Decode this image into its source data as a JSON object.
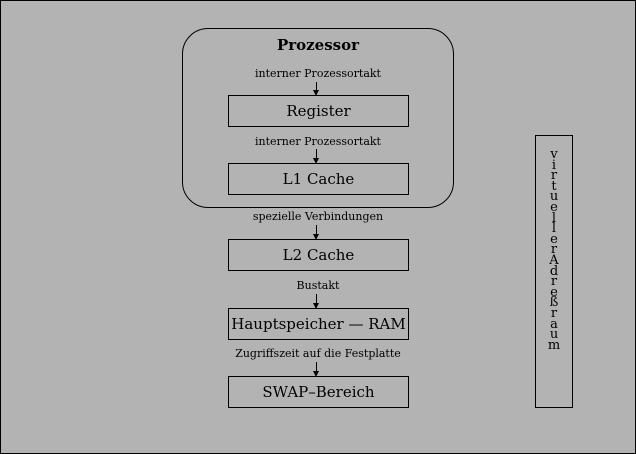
{
  "diagram": {
    "processor_title": "Prozessor",
    "labels": {
      "l1": "interner Prozessortakt",
      "l2": "interner Prozessortakt",
      "l3": "spezielle Verbindungen",
      "l4": "Bustakt",
      "l5": "Zugriffszeit auf die Festplatte"
    },
    "boxes": {
      "register": "Register",
      "l1_cache": "L1 Cache",
      "l2_cache": "L2 Cache",
      "ram": "Hauptspeicher — RAM",
      "swap": "SWAP–Bereich"
    },
    "virtual_address_space": "virtueller Adreßraum"
  }
}
